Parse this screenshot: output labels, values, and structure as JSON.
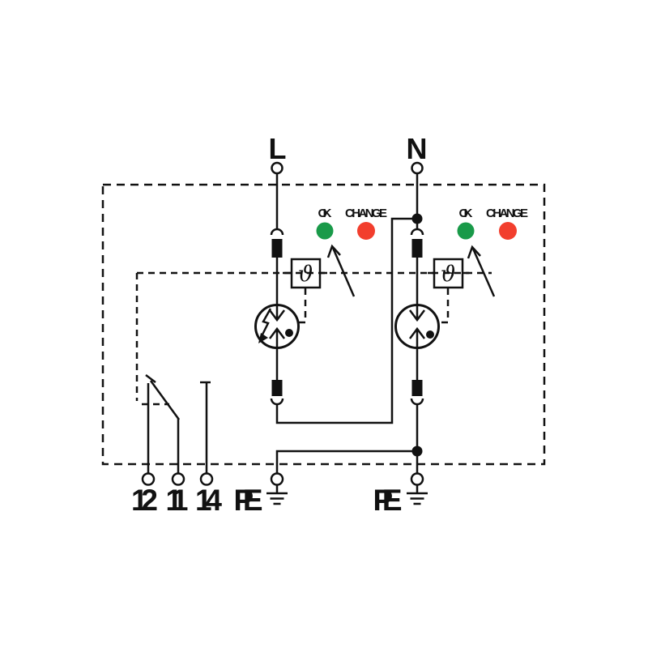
{
  "colors": {
    "ok_green": "#199a49",
    "change_red": "#f23e2d",
    "component_gray": "#c7c7c7",
    "line_black": "#111111",
    "background": "#ffffff"
  },
  "terminals": {
    "line": "L",
    "neutral": "N"
  },
  "indicators": {
    "left": {
      "ok_label": "OK",
      "change_label": "CHANGE"
    },
    "right": {
      "ok_label": "OK",
      "change_label": "CHANGE"
    }
  },
  "thermal": {
    "symbol": "ϑ"
  },
  "remote_contact": {
    "t12": "12",
    "t11": "11",
    "t14": "14"
  },
  "pe": {
    "left_label": "PE",
    "right_label": "PE"
  }
}
